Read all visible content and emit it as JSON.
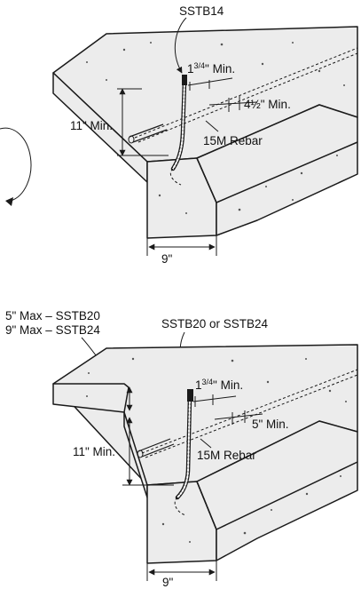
{
  "diagram_top": {
    "product_label": "SSTB14",
    "dim_edge": "1",
    "dim_edge_frac": "3/4",
    "dim_edge_suffix": "\" Min.",
    "dim_rebar_spacing": "4½\" Min.",
    "rebar_label": "15M Rebar",
    "embed_depth": "11\" Min.",
    "width": "9\""
  },
  "diagram_bottom": {
    "max_label_1": "5\" Max – SSTB20",
    "max_label_2": "9\" Max – SSTB24",
    "product_label": "SSTB20 or SSTB24",
    "dim_edge": "1",
    "dim_edge_frac": "3/4",
    "dim_edge_suffix": "\" Min.",
    "dim_rebar_spacing": "5\" Min.",
    "rebar_label": "15M Rebar",
    "embed_depth": "11\" Min.",
    "width": "9\""
  },
  "colors": {
    "concrete": "#ececec",
    "line": "#1a1a1a"
  }
}
